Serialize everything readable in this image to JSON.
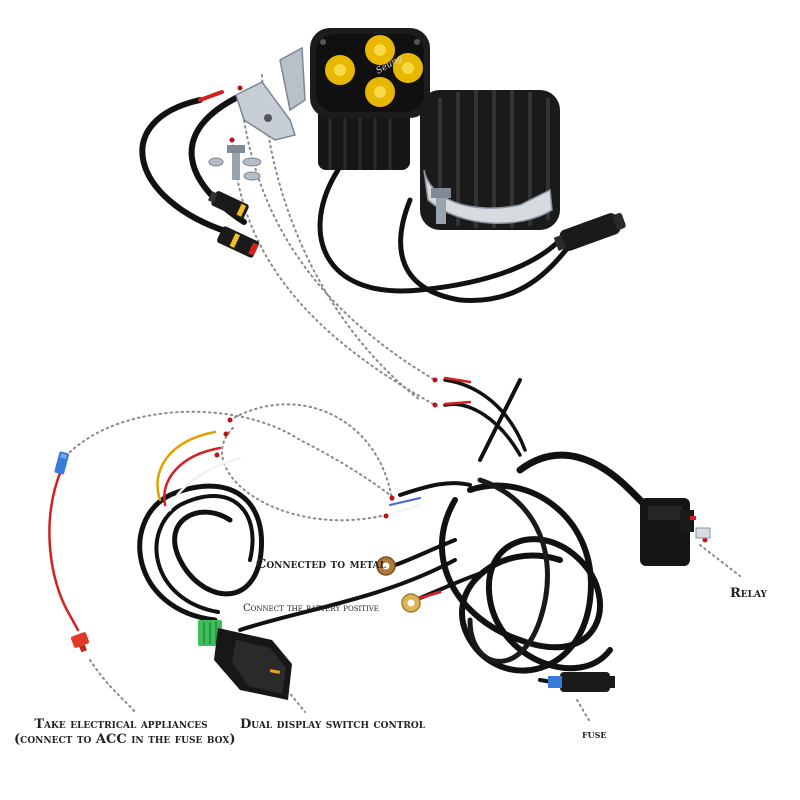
{
  "labels": {
    "metal": "Connected to metal",
    "battery": "Connect the battery positive",
    "relay": "Relay",
    "fuse": "fuse",
    "switch": "Dual display switch control",
    "acc_line1": "Take electrical appliances",
    "acc_line2": "(connect to ACC in the fuse box)"
  },
  "light_logo": "Seung",
  "colors": {
    "lens_amber": "#e8b800",
    "housing": "#1c1c1c",
    "wire_black": "#111111",
    "wire_red": "#d42020",
    "fuse_blue": "#3a7ad8",
    "switch_green": "#3cbf5a",
    "dotted_guide": "#8a8a8a"
  },
  "icons": [
    "led-work-light-icon",
    "mounting-bracket-icon",
    "waterproof-connector-icon",
    "relay-icon",
    "fuse-holder-icon",
    "rocker-switch-icon",
    "ring-terminal-icon",
    "add-a-fuse-tap-icon"
  ]
}
